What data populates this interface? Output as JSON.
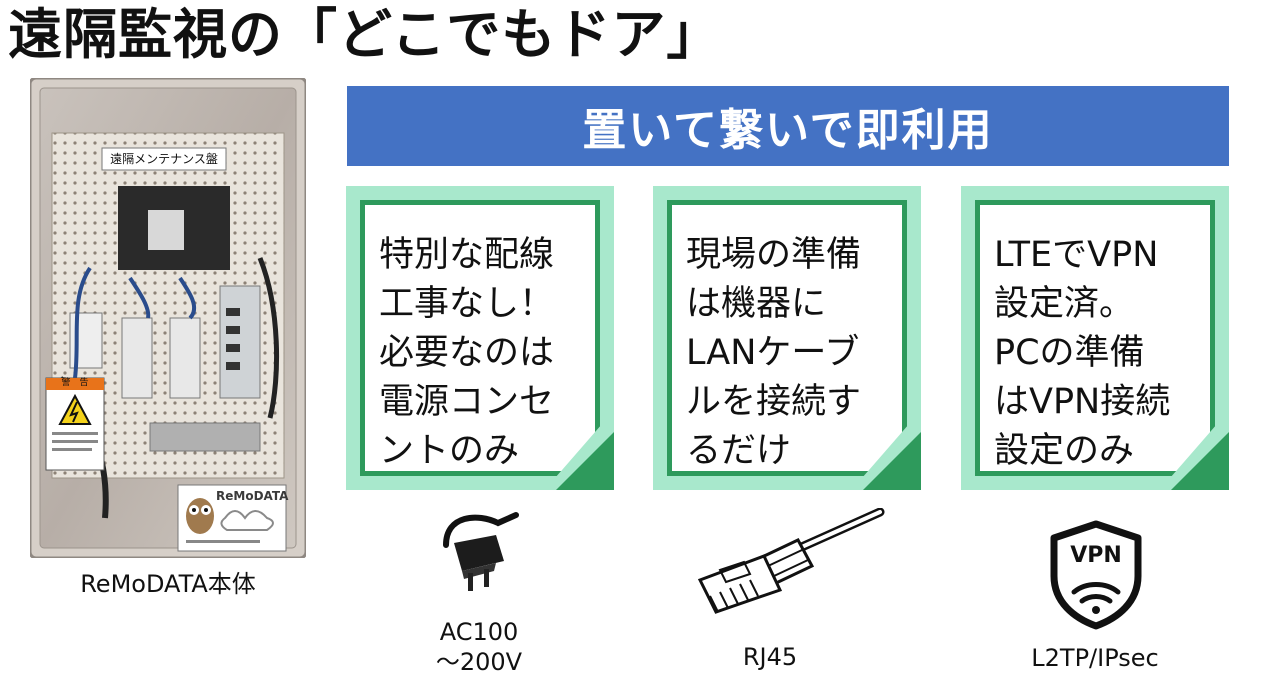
{
  "title": "遠隔監視の「どこでもドア」",
  "device": {
    "panel_label": "遠隔メンテナンス盤",
    "warning_header": "警　告",
    "brand": "ReMoDATA",
    "caption": "ReMoDATA本体"
  },
  "banner": "置いて繋いで即利用",
  "cards": [
    {
      "text": "特別な配線\n工事なし！\n必要なのは\n電源コンセ\nントのみ"
    },
    {
      "text": "現場の準備\nは機器に\nLANケーブ\nルを接続す\nるだけ"
    },
    {
      "text": "LTEでVPN\n設定済。\nPCの準備\nはVPN接続\n設定のみ"
    }
  ],
  "icons": {
    "plug_label": "AC100\n〜200V",
    "rj45_label": "RJ45",
    "vpn_label": "L2TP/IPsec",
    "vpn_text": "VPN"
  },
  "colors": {
    "banner": "#4472c4",
    "card_bg": "#a8e8cc",
    "card_border": "#2e9a5c"
  }
}
